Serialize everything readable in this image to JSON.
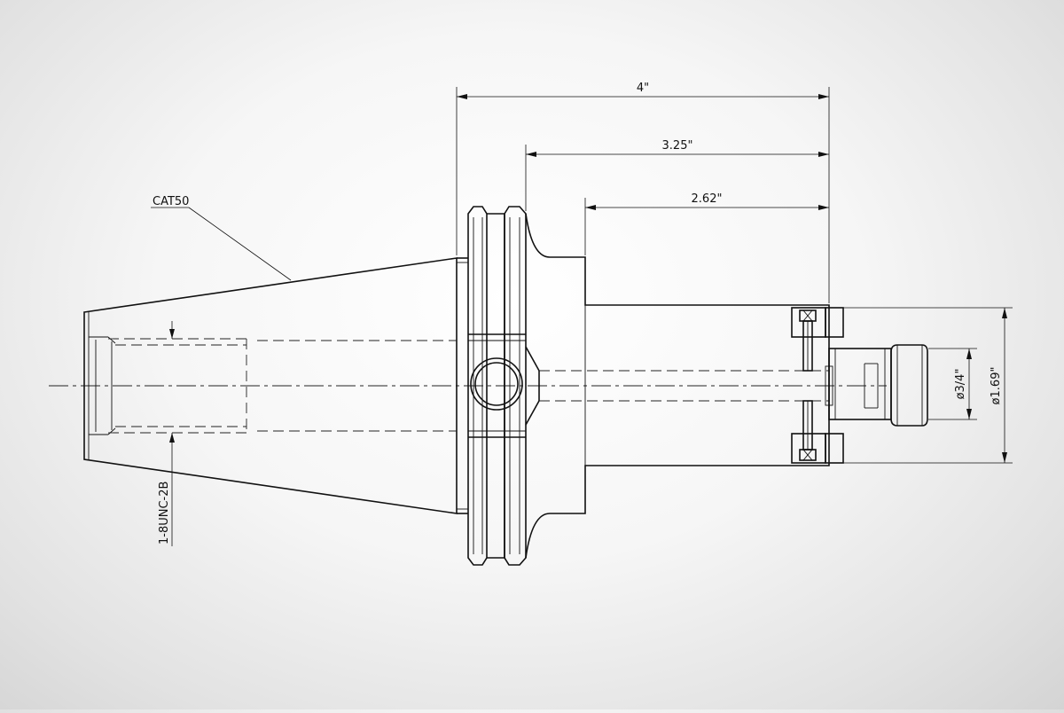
{
  "labels": {
    "overall_length": "4\"",
    "flange_length": "3.25\"",
    "body_length": "2.62\"",
    "taper": "CAT50",
    "thread": "1-8UNC-2B",
    "bore_diameter": "ø3/4\"",
    "body_diameter": "ø1.69\""
  }
}
